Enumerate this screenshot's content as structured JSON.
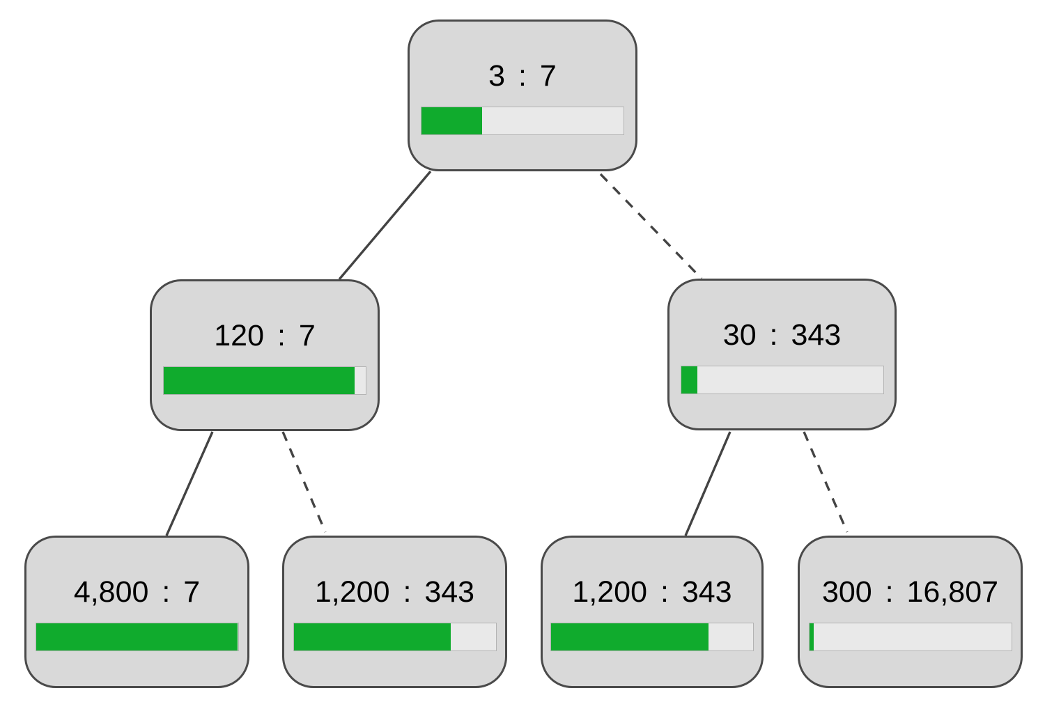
{
  "diagram": {
    "type": "tree",
    "description": "Ratio tree diagram: each rounded node shows a ratio label and a horizontal progress bar filled to left/(left+right)",
    "colors": {
      "background": "#ffffff",
      "node_fill": "#d9d9d9",
      "node_border": "#4a4a4a",
      "edge": "#434343",
      "bar_fill": "#10ab2d",
      "bar_track": "#e9e9e9",
      "bar_track_border": "#b3b3b3",
      "label_text": "#000000"
    },
    "nodes": [
      {
        "id": "root",
        "label": "3 : 7",
        "value_left": "3",
        "value_right": "7",
        "bar_percent": 30
      },
      {
        "id": "child-left",
        "label": "120 : 7",
        "value_left": "120",
        "value_right": "7",
        "bar_percent": 94.5
      },
      {
        "id": "child-right",
        "label": "30 : 343",
        "value_left": "30",
        "value_right": "343",
        "bar_percent": 8
      },
      {
        "id": "grandchild-left-left",
        "label": "4,800 : 7",
        "value_left": "4,800",
        "value_right": "7",
        "bar_percent": 99.9
      },
      {
        "id": "grandchild-left-right",
        "label": "1,200 : 343",
        "value_left": "1,200",
        "value_right": "343",
        "bar_percent": 77.8
      },
      {
        "id": "grandchild-right-left",
        "label": "1,200 : 343",
        "value_left": "1,200",
        "value_right": "343",
        "bar_percent": 77.8
      },
      {
        "id": "grandchild-right-right",
        "label": "300 : 16,807",
        "value_left": "300",
        "value_right": "16,807",
        "bar_percent": 2.2
      }
    ],
    "edges": [
      {
        "from": "root",
        "to": "child-left",
        "style": "solid"
      },
      {
        "from": "root",
        "to": "child-right",
        "style": "dashed"
      },
      {
        "from": "child-left",
        "to": "grandchild-left-left",
        "style": "solid"
      },
      {
        "from": "child-left",
        "to": "grandchild-left-right",
        "style": "dashed"
      },
      {
        "from": "child-right",
        "to": "grandchild-right-left",
        "style": "solid"
      },
      {
        "from": "child-right",
        "to": "grandchild-right-right",
        "style": "dashed"
      }
    ]
  }
}
